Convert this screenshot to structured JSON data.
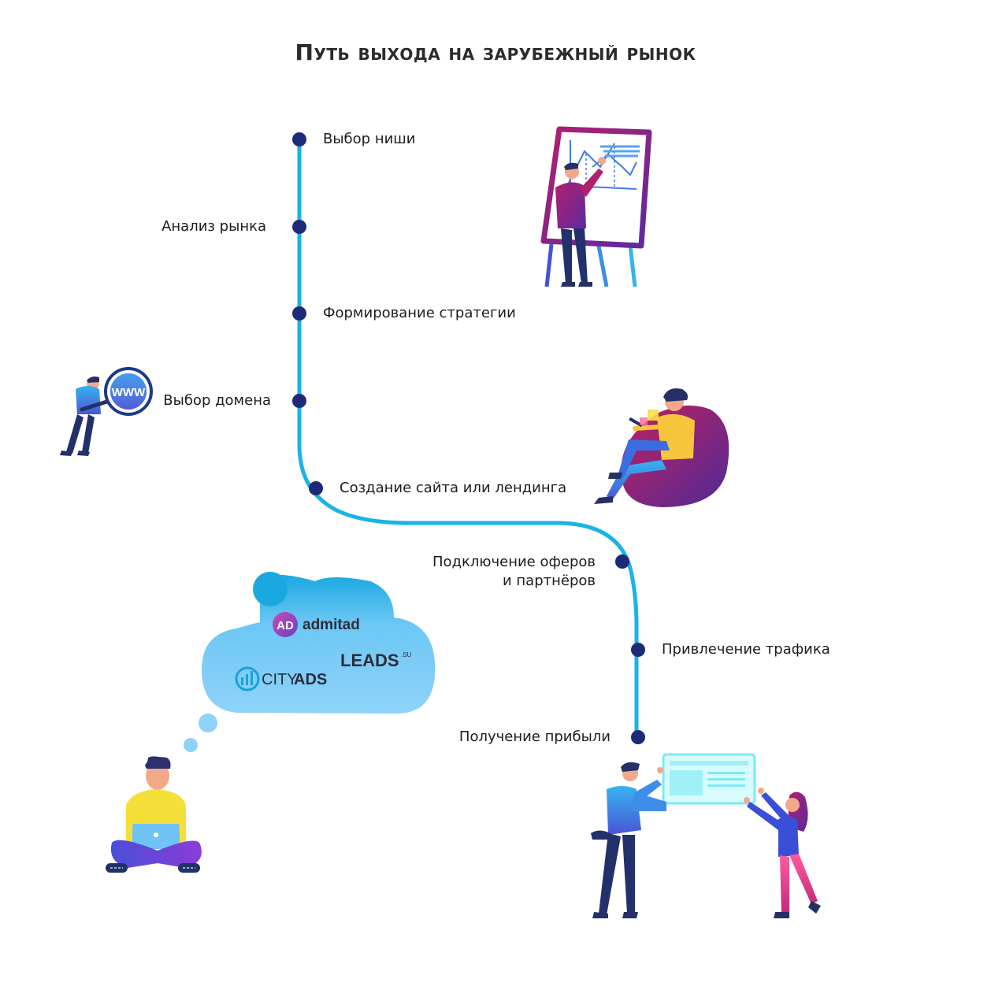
{
  "title": "Путь выхода на зарубежный рынок",
  "colors": {
    "line": "#1ab3e6",
    "node": "#1c2a78",
    "cloud_top": "#19a9e0",
    "cloud_bottom": "#8fd3fa"
  },
  "steps": [
    {
      "label": "Выбор ниши"
    },
    {
      "label": "Анализ рынка"
    },
    {
      "label": "Формирование стратегии"
    },
    {
      "label": "Выбор домена"
    },
    {
      "label": "Создание сайта или лендинга"
    },
    {
      "label": "Подключение оферов\nи партнёров"
    },
    {
      "label": "Привлечение трафика"
    },
    {
      "label": "Получение прибыли"
    }
  ],
  "partners": {
    "admitad": {
      "mark": "AD",
      "name": "admitad"
    },
    "leads": {
      "name": "LEADS",
      "suffix": ".SU"
    },
    "cityads": {
      "name_light": "CITY",
      "name_bold": "ADS"
    }
  },
  "illustrations": [
    {
      "icon": "presenter-at-flipchart-icon"
    },
    {
      "icon": "person-with-magnifier-icon"
    },
    {
      "icon": "person-on-beanbag-icon"
    },
    {
      "icon": "person-with-laptop-icon"
    },
    {
      "icon": "team-with-screen-icon"
    }
  ],
  "magnifier_text": "WWW"
}
